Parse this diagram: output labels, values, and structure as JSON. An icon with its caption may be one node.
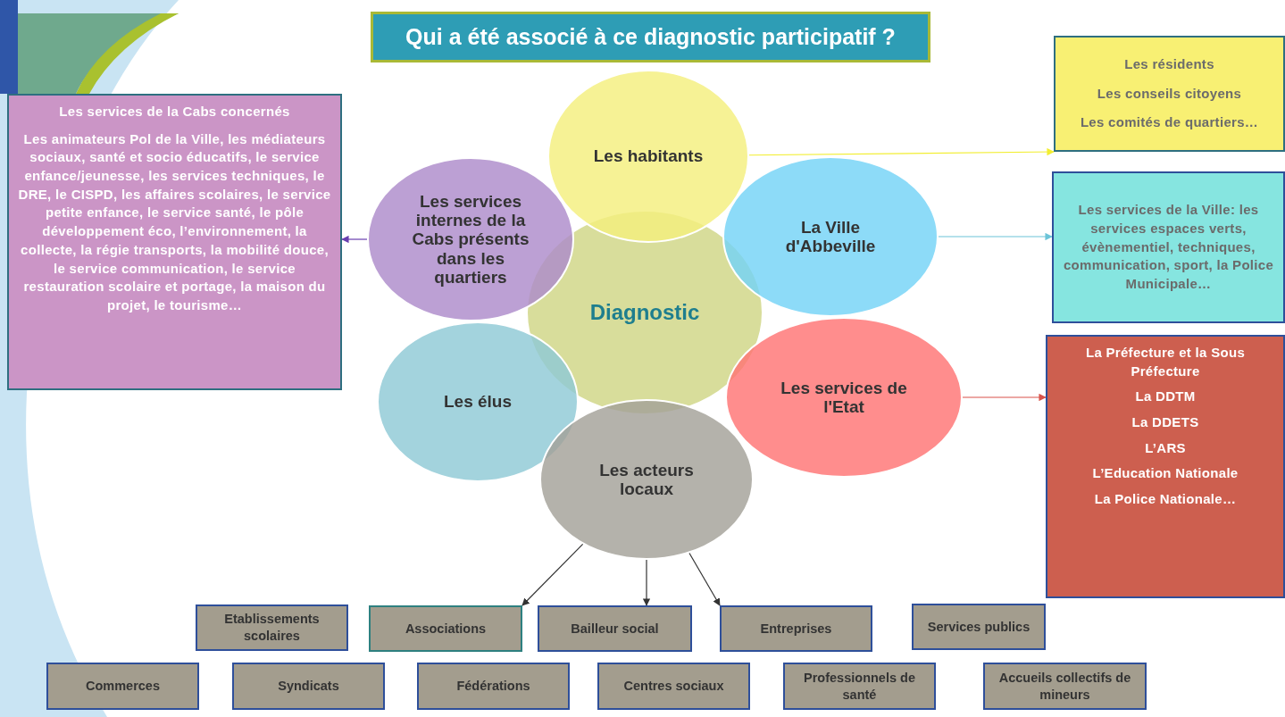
{
  "diagram": {
    "title": "Qui a été associé à ce diagnostic participatif ?",
    "nodes": [
      {
        "text": [
          "Diagnostic"
        ]
      },
      {
        "text": [
          "Les habitants"
        ]
      },
      {
        "text": [
          "Les services internes de la Cabs présents dans les quartiers"
        ]
      },
      {
        "text": [
          "La Ville d'Abbeville"
        ]
      },
      {
        "text": [
          "Les élus"
        ]
      },
      {
        "text": [
          "Les services de l'Etat"
        ]
      },
      {
        "text": [
          "Les acteurs locaux"
        ]
      },
      {
        "text": [
          "Les services de la Cabs concernés",
          "Les animateurs Pol de la Ville, les médiateurs sociaux, santé et socio éducatifs, le service enfance/jeunesse, les services techniques, le DRE, le CISPD, les affaires scolaires, le service petite enfance, le service santé, le pôle développement éco, l’environnement, la collecte, la régie transports, la mobilité douce, le service communication, le service restauration scolaire et portage, la maison du projet, le tourisme…"
        ]
      },
      {
        "text": [
          "Les résidents",
          "Les conseils citoyens",
          "Les comités de quartiers…"
        ]
      },
      {
        "text": [
          "Les services de la Ville: les services espaces verts, évènementiel, techniques, communication, sport, la Police Municipale…"
        ]
      },
      {
        "text": [
          "La Préfecture et la Sous Préfecture",
          "La DDTM",
          "La DDETS",
          "L’ARS",
          "L’Education Nationale",
          "La Police Nationale…"
        ]
      },
      {
        "text": [
          "Etablissements scolaires"
        ]
      },
      {
        "text": [
          "Associations"
        ]
      },
      {
        "text": [
          "Bailleur social"
        ]
      },
      {
        "text": [
          "Entreprises"
        ]
      },
      {
        "text": [
          "Services publics"
        ]
      },
      {
        "text": [
          "Commerces"
        ]
      },
      {
        "text": [
          "Syndicats"
        ]
      },
      {
        "text": [
          "Fédérations"
        ]
      },
      {
        "text": [
          "Centres sociaux"
        ]
      },
      {
        "text": [
          "Professionnels de santé"
        ]
      },
      {
        "text": [
          "Accueils collectifs de mineurs"
        ]
      }
    ],
    "edges": [
      {
        "from": 2,
        "to": 7,
        "arrow": "to",
        "color": "#6a3fb0"
      },
      {
        "from": 1,
        "to": 8,
        "arrow": "to",
        "color": "#f2ee30"
      },
      {
        "from": 3,
        "to": 9,
        "arrow": "to",
        "color": "#6cc4d8"
      },
      {
        "from": 5,
        "to": 10,
        "arrow": "to",
        "color": "#d9534a"
      },
      {
        "from": 6,
        "to": 12,
        "arrow": "to"
      },
      {
        "from": 6,
        "to": 13,
        "arrow": "to"
      },
      {
        "from": 6,
        "to": 14,
        "arrow": "to"
      }
    ]
  }
}
